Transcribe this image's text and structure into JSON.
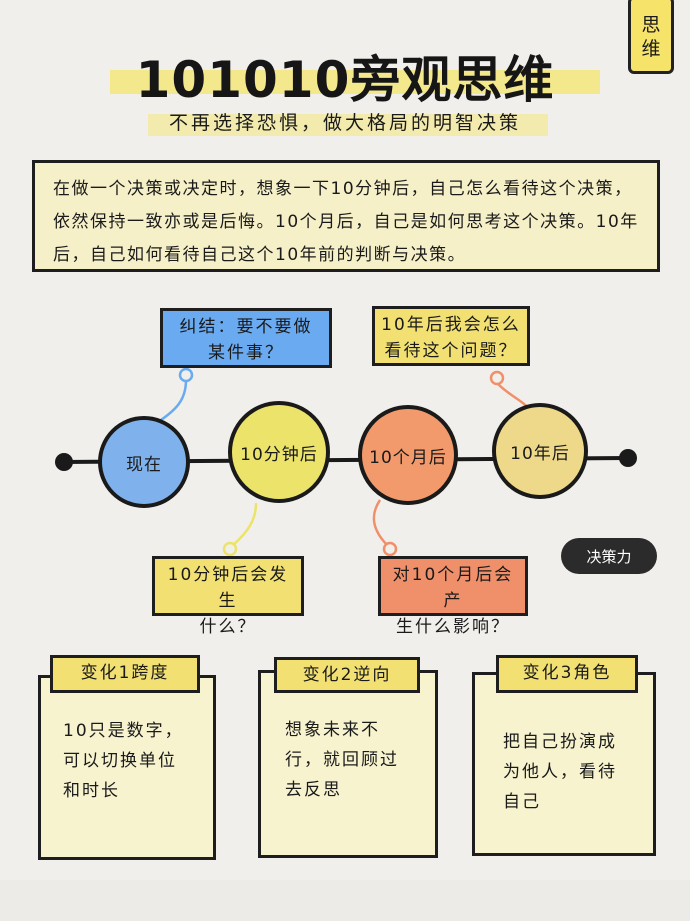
{
  "corner_tag": [
    "思",
    "维"
  ],
  "title": "101010旁观思维",
  "subtitle": "不再选择恐惧，做大格局的明智决策",
  "intro": "在做一个决策或决定时，想象一下10分钟后，自己怎么看待这个决策，依然保持一致亦或是后悔。10个月后，自己是如何思考这个决策。10年后，自己如何看待自己这个10年前的判断与决策。",
  "timeline": {
    "nodes": [
      "现在",
      "10分钟后",
      "10个月后",
      "10年后"
    ],
    "callouts": [
      [
        "纠结：要不要做",
        "某件事？"
      ],
      [
        "10年后我会怎么",
        "看待这个问题？"
      ],
      [
        "10分钟后会发生",
        "什么？"
      ],
      [
        "对10个月后会产",
        "生什么影响？"
      ]
    ]
  },
  "badge": "决策力",
  "cards": [
    {
      "title": "变化1跨度",
      "body": [
        "10只是数字，",
        "可以切换单位",
        "和时长"
      ]
    },
    {
      "title": "变化2逆向",
      "body": [
        "想象未来不",
        "行，就回顾过",
        "去反思"
      ]
    },
    {
      "title": "变化3角色",
      "body": [
        "把自己扮演成",
        "为他人，看待",
        "自己"
      ]
    }
  ],
  "colors": {
    "blue": "#6aaaf0",
    "yellow": "#f2e172",
    "orange": "#f0906a",
    "cream": "#f6f0c8"
  }
}
